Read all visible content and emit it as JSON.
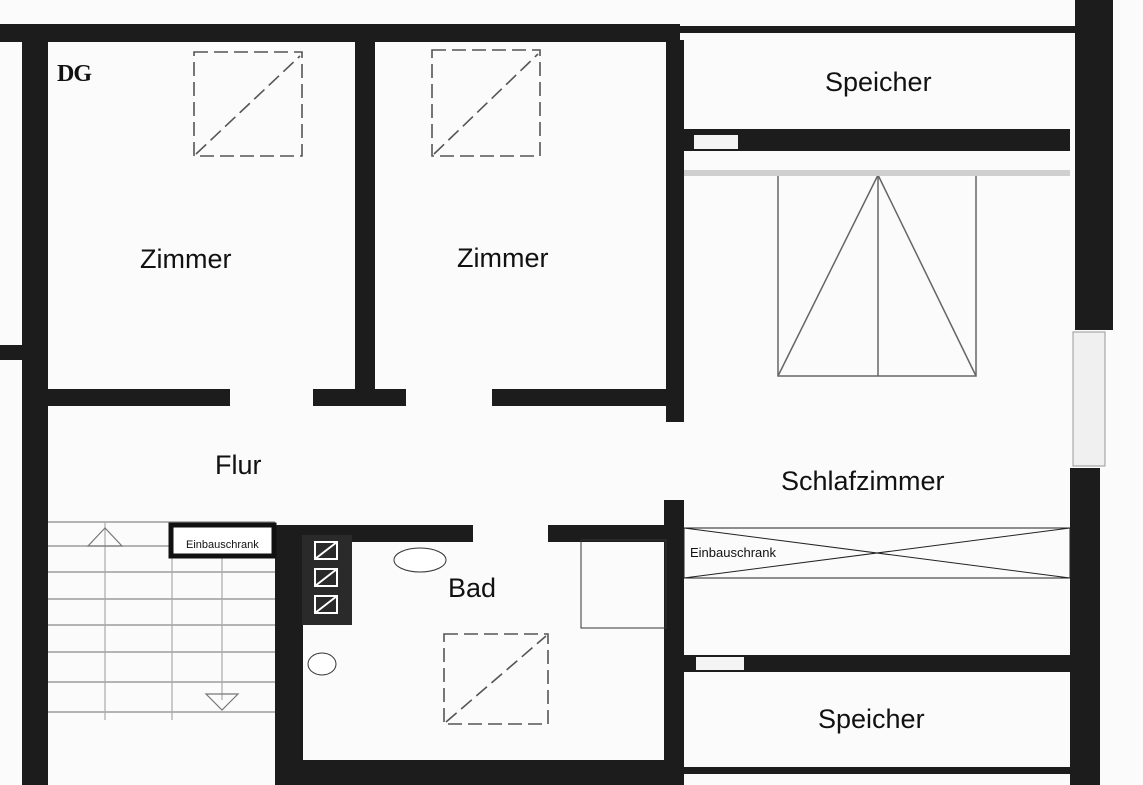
{
  "plan": {
    "floor_label": "DG",
    "rooms": {
      "zimmer_left": "Zimmer",
      "zimmer_right": "Zimmer",
      "flur": "Flur",
      "schlafzimmer": "Schlafzimmer",
      "bad": "Bad",
      "speicher_top": "Speicher",
      "speicher_bottom": "Speicher"
    },
    "closets": {
      "flur": "Einbauschrank",
      "schlafzimmer": "Einbauschrank"
    }
  },
  "colors": {
    "wall": "#1c1c1c",
    "sketch": "#555555",
    "paper": "#fbfbfb"
  }
}
